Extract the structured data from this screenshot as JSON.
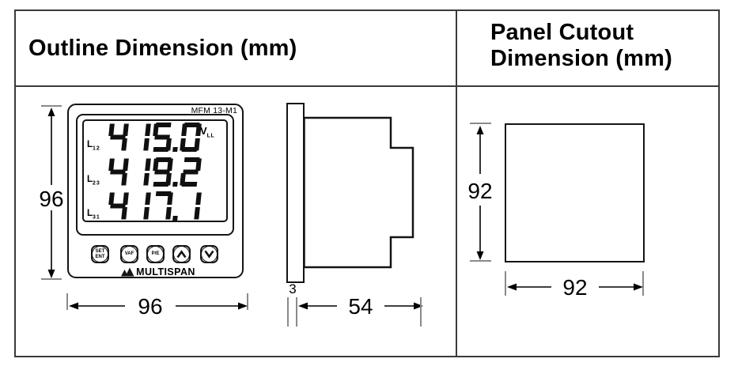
{
  "header": {
    "left_title": "Outline Dimension (mm)",
    "right_title_line1": "Panel Cutout",
    "right_title_line2": "Dimension (mm)"
  },
  "front_view": {
    "model": "MFM 13-M1",
    "display": {
      "unit_main": "V",
      "unit_sub": "LL",
      "rows": [
        {
          "label_main": "L",
          "label_sub": "12",
          "value": "415.0"
        },
        {
          "label_main": "L",
          "label_sub": "23",
          "value": "419.2"
        },
        {
          "label_main": "L",
          "label_sub": "31",
          "value": "417.1"
        }
      ]
    },
    "buttons": [
      {
        "label_top": "SET",
        "label_bottom": "ENT"
      },
      {
        "label": "VAF"
      },
      {
        "label": "P/E"
      },
      {
        "icon": "chevron-up"
      },
      {
        "icon": "chevron-down"
      }
    ],
    "brand": "MULTISPAN",
    "height_dim": "96",
    "width_dim": "96"
  },
  "side_view": {
    "bezel_dim": "3",
    "depth_dim": "54"
  },
  "panel_cutout": {
    "height_dim": "92",
    "width_dim": "92"
  },
  "colors": {
    "line": "#141414",
    "extension_line": "#8a8a8a",
    "table_border": "#3a3a3a"
  }
}
